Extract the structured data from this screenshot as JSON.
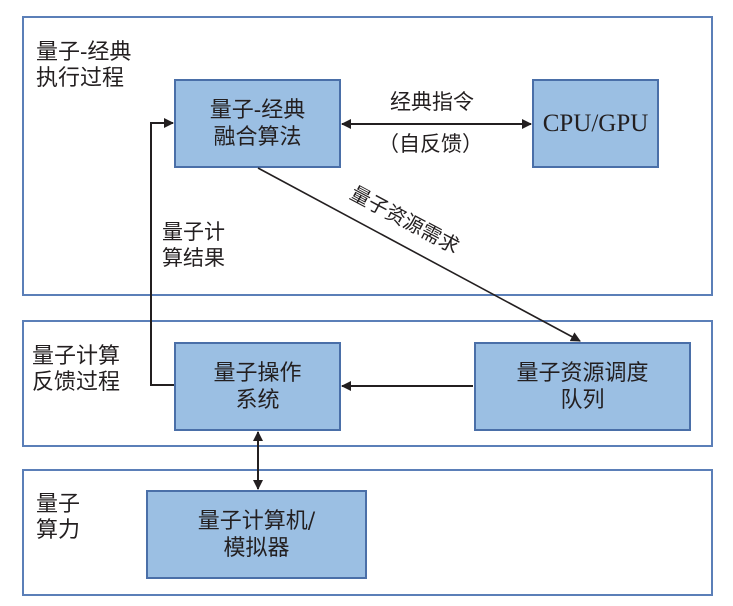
{
  "panels": [
    {
      "id": "execution",
      "label": "量子-经典\n执行过程"
    },
    {
      "id": "feedback",
      "label": "量子计算\n反馈过程"
    },
    {
      "id": "compute-power",
      "label": "量子\n算力"
    }
  ],
  "boxes": {
    "hybrid_algorithm": "量子-经典\n融合算法",
    "cpu_gpu": "CPU/GPU",
    "quantum_os": "量子操作\n系统",
    "resource_queue": "量子资源调度\n队列",
    "quantum_computer": "量子计算机/\n模拟器"
  },
  "edges": {
    "classical_instructions": "经典指令",
    "self_feedback": "（自反馈）",
    "resource_demand": "量子资源需求",
    "computation_result": "量子计\n算结果"
  },
  "colors": {
    "box_fill": "#9bbfe3",
    "box_border": "#4a6fa8",
    "panel_border": "#5b7fb8",
    "arrow": "#231f20"
  }
}
